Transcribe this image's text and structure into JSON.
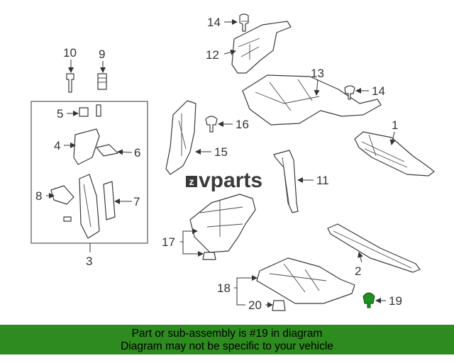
{
  "watermark": {
    "brand": "vparts",
    "mark": "z"
  },
  "callouts": [
    {
      "id": "c1",
      "text": "1"
    },
    {
      "id": "c2",
      "text": "2"
    },
    {
      "id": "c3",
      "text": "3"
    },
    {
      "id": "c4",
      "text": "4"
    },
    {
      "id": "c5",
      "text": "5"
    },
    {
      "id": "c6",
      "text": "6"
    },
    {
      "id": "c7",
      "text": "7"
    },
    {
      "id": "c8",
      "text": "8"
    },
    {
      "id": "c9",
      "text": "9"
    },
    {
      "id": "c10",
      "text": "10"
    },
    {
      "id": "c11",
      "text": "11"
    },
    {
      "id": "c12",
      "text": "12"
    },
    {
      "id": "c13",
      "text": "13"
    },
    {
      "id": "c14a",
      "text": "14"
    },
    {
      "id": "c14b",
      "text": "14"
    },
    {
      "id": "c15",
      "text": "15"
    },
    {
      "id": "c16",
      "text": "16"
    },
    {
      "id": "c17",
      "text": "17"
    },
    {
      "id": "c18",
      "text": "18"
    },
    {
      "id": "c19",
      "text": "19"
    },
    {
      "id": "c20",
      "text": "20"
    }
  ],
  "highlight": {
    "part": "19",
    "color": "#1f8f1f"
  },
  "banner": {
    "line1": "Part or sub-assembly is #19 in diagram",
    "line2": "Diagram may not be specific to your vehicle",
    "color": "#2e8b1f"
  }
}
